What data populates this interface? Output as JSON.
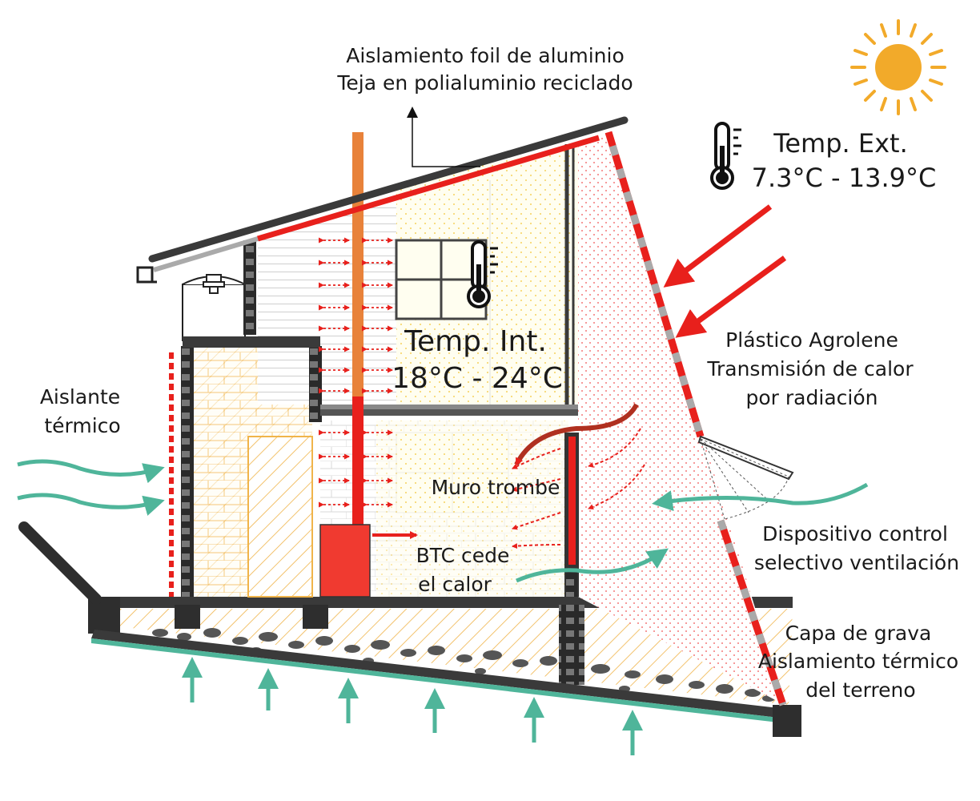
{
  "labels": {
    "roof_line1": "Aislamiento foil de aluminio",
    "roof_line2": "Teja en polialuminio reciclado",
    "temp_ext_title": "Temp. Ext.",
    "temp_ext_range": "7.3°C - 13.9°C",
    "temp_int_title": "Temp. Int.",
    "temp_int_range": "18°C - 24°C",
    "plastic_line1": "Plástico Agrolene",
    "plastic_line2": "Transmisión de calor",
    "plastic_line3": "por radiación",
    "insulation_line1": "Aislante",
    "insulation_line2": "térmico",
    "trombe": "Muro trombe",
    "btc_line1": "BTC cede",
    "btc_line2": "el calor",
    "vent_line1": "Dispositivo control",
    "vent_line2": "selectivo ventilación",
    "gravel_line1": "Capa de grava",
    "gravel_line2": "Aislamiento térmico",
    "gravel_line3": "del terreno"
  },
  "icons": [
    "sun-icon",
    "thermometer-icon"
  ],
  "colors": {
    "heat_red": "#e8201c",
    "airflow_teal": "#4fb59a",
    "sun_orange": "#f2aa2a",
    "chimney_orange": "#e8823a",
    "structure_dark": "#2e2e2e",
    "brick_hatch": "#f0b44a"
  }
}
